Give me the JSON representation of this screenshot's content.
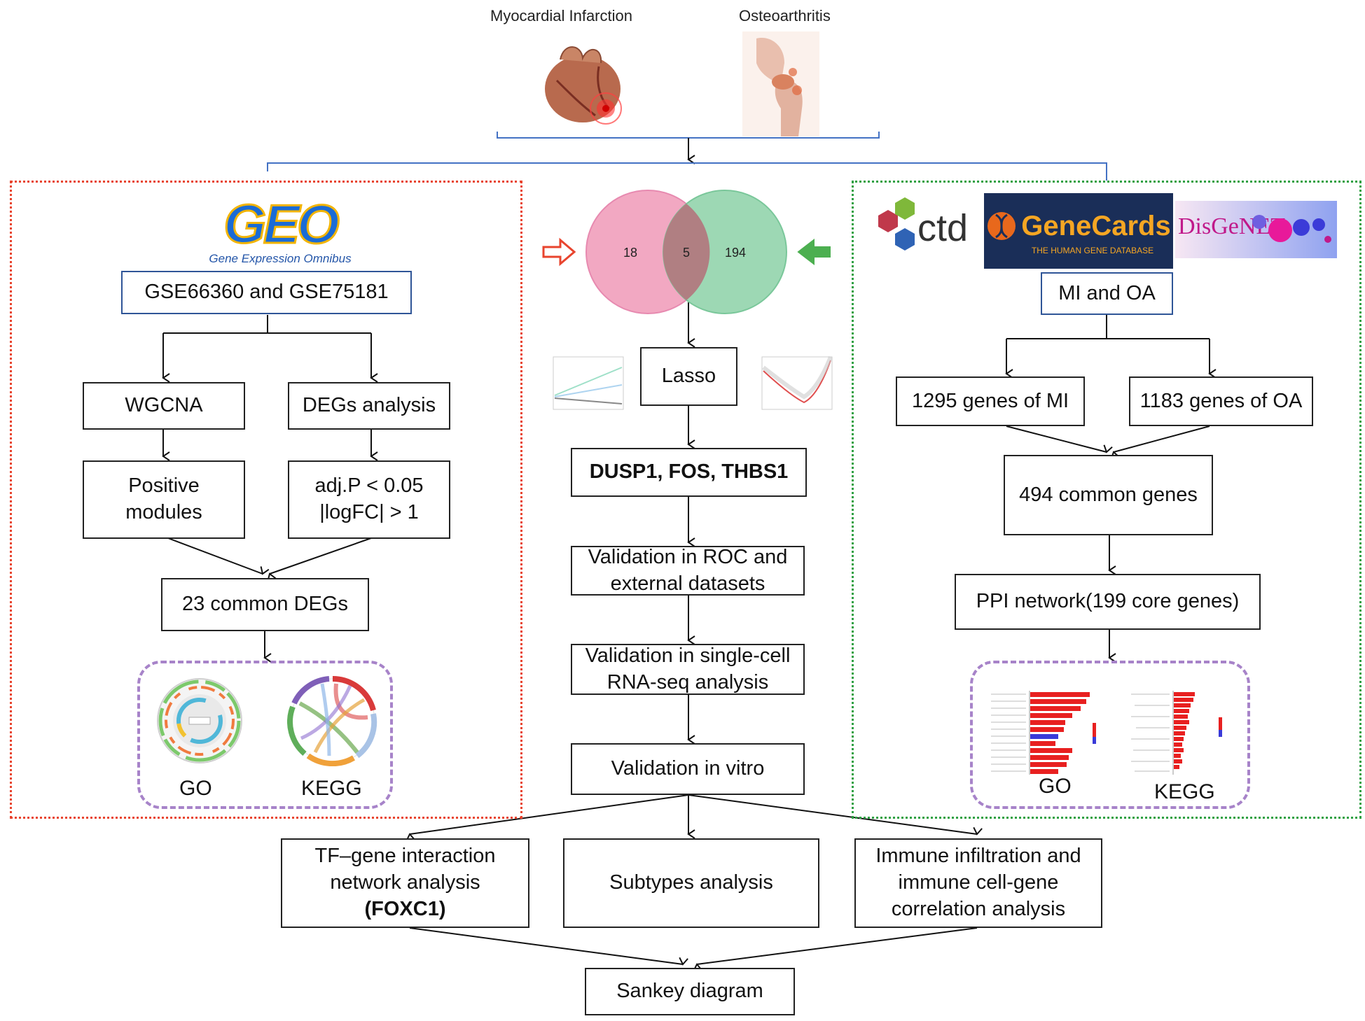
{
  "top": {
    "mi_label": "Myocardial Infarction",
    "oa_label": "Osteoarthritis"
  },
  "left": {
    "geo_logo": "GEO",
    "geo_subtitle": "Gene Expression Omnibus",
    "datasets": "GSE66360 and GSE75181",
    "wgcna": "WGCNA",
    "degs_analysis": "DEGs analysis",
    "positive_modules": "Positive modules",
    "criteria_1": "adj.P < 0.05",
    "criteria_2": "|logFC| > 1",
    "common_degs": "23 common DEGs",
    "go": "GO",
    "kegg": "KEGG"
  },
  "center": {
    "venn": {
      "left_only": "18",
      "overlap": "5",
      "right_only": "194"
    },
    "lasso": "Lasso",
    "genes": "DUSP1, FOS, THBS1",
    "roc": "Validation in ROC and external datasets",
    "single_cell": "Validation in single-cell RNA-seq analysis",
    "in_vitro": "Validation in vitro"
  },
  "right": {
    "ctd": "ctd",
    "genecards": "GeneCards",
    "genecards_sub": "THE HUMAN GENE DATABASE",
    "disgenet": "DisGeNET",
    "mi_oa": "MI and OA",
    "mi_genes": "1295 genes of MI",
    "oa_genes": "1183 genes of OA",
    "common_genes": "494 common genes",
    "ppi": "PPI network(199 core genes)",
    "go": "GO",
    "kegg": "KEGG"
  },
  "bottom": {
    "tf_line1": "TF–gene interaction",
    "tf_line2": "network analysis",
    "tf_bold": "(FOXC1)",
    "subtypes": "Subtypes analysis",
    "immune": "Immune infiltration and immune cell-gene correlation analysis",
    "sankey": "Sankey diagram"
  },
  "colors": {
    "venn_left": "#f2a8c2",
    "venn_right": "#9dd8b4",
    "venn_overlap": "#b07f82",
    "frame_red": "#e8442e",
    "frame_green": "#2ea043",
    "frame_purple": "#a783c9",
    "bar_red": "#e82020",
    "bar_blue": "#3a3ad8"
  }
}
